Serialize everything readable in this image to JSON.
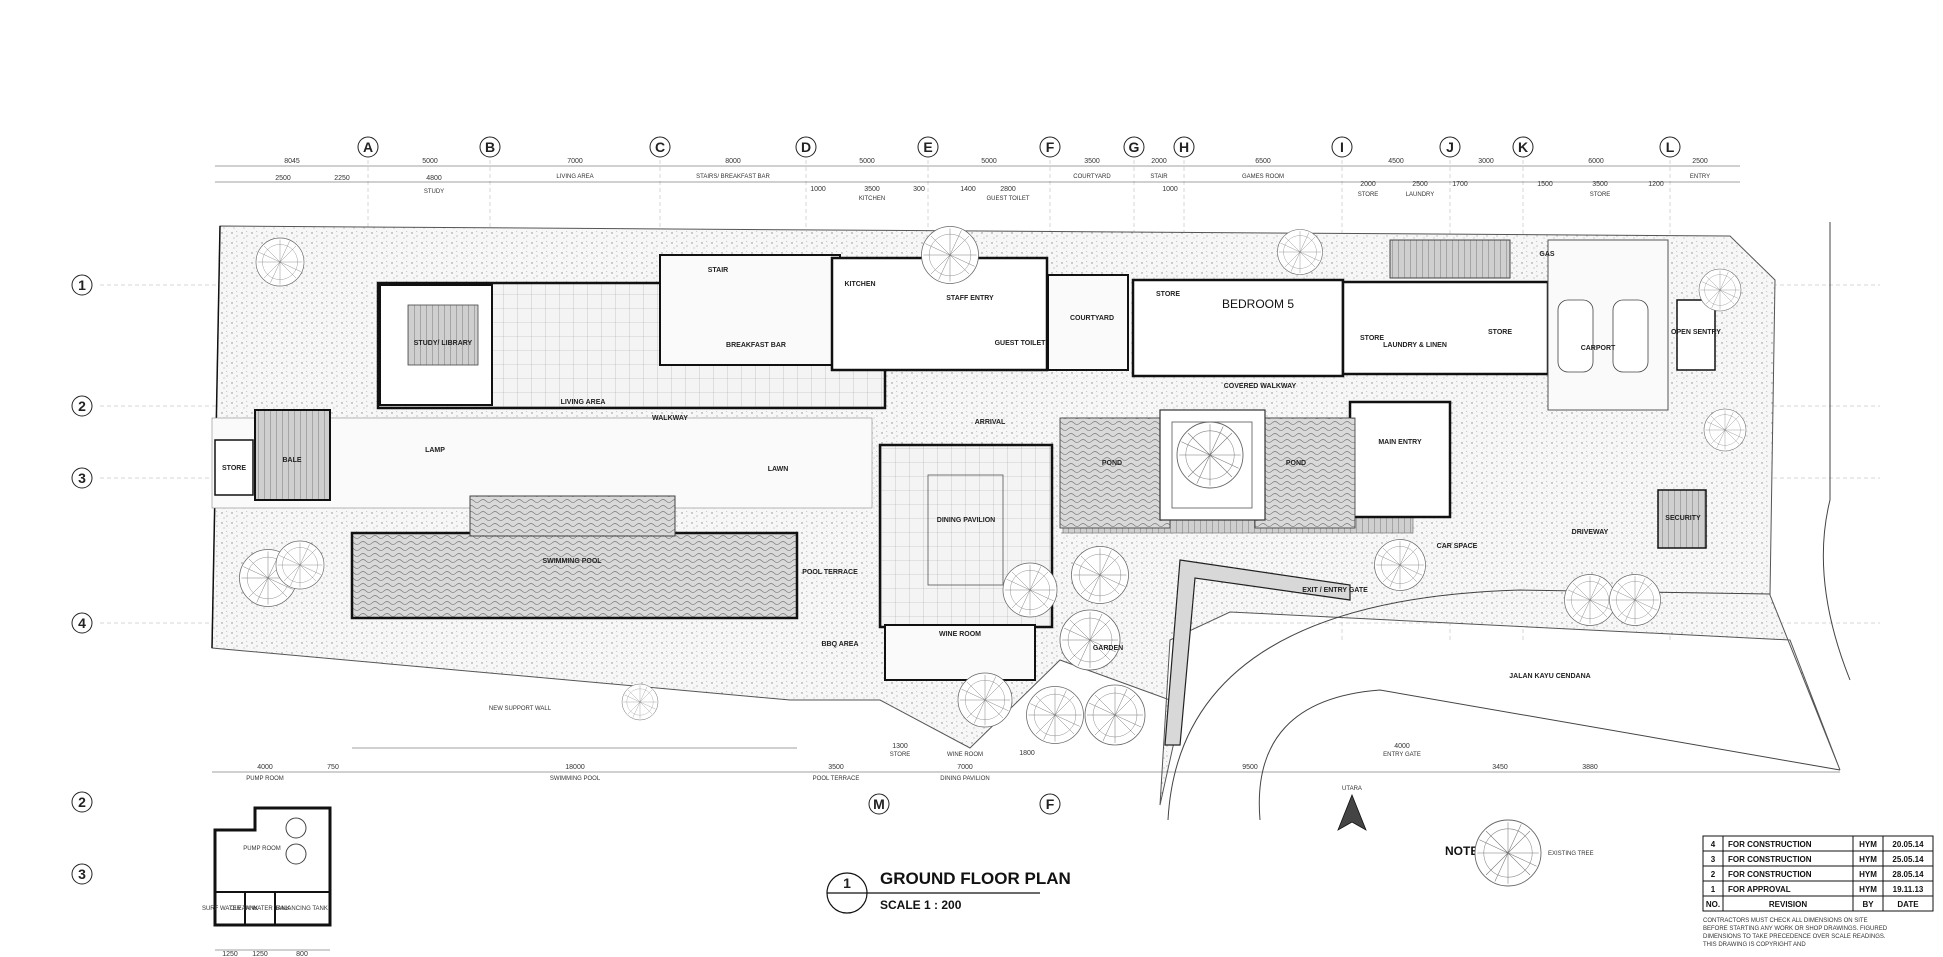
{
  "grid": {
    "columns": [
      "A",
      "B",
      "C",
      "D",
      "E",
      "F",
      "G",
      "H",
      "I",
      "J",
      "K",
      "L"
    ],
    "rows": [
      "1",
      "2",
      "3",
      "4"
    ],
    "bottom_columns": [
      "M",
      "F"
    ],
    "inset_rows": [
      "2",
      "3"
    ]
  },
  "top_dims": [
    "8045",
    "5000",
    "7000",
    "8000",
    "5000",
    "5000",
    "3500",
    "2000",
    "6500",
    "4500",
    "3000",
    "6000",
    "2500"
  ],
  "top_dims2": [
    "2500",
    "2250",
    "4800",
    "1000",
    "3500",
    "300",
    "1400",
    "2800",
    "1000",
    "2000",
    "2500",
    "1700",
    "1500",
    "3500",
    "1200"
  ],
  "top_areas": [
    "STUDY",
    "LIVING AREA",
    "STAIRS/ BREAKFAST BAR",
    "KITCHEN",
    "GUEST TOILET",
    "COURTYARD",
    "STAIR",
    "GAMES ROOM",
    "STORE",
    "LAUNDRY",
    "STORE",
    "ENTRY"
  ],
  "rooms": {
    "study": "STUDY/ LIBRARY",
    "living": "LIVING AREA",
    "breakfast": "BREAKFAST BAR",
    "stair": "STAIR",
    "kitchen": "KITCHEN",
    "staff": "STAFF ENTRY",
    "guest": "GUEST TOILET",
    "courtyard": "COURTYARD",
    "store": "STORE",
    "bedroom5": "BEDROOM 5",
    "store2": "STORE",
    "laundry": "LAUNDRY & LINEN",
    "store3": "STORE",
    "carport": "CARPORT",
    "open_sentry": "OPEN SENTRY",
    "bale": "BALE",
    "store_left": "STORE",
    "lamp": "LAMP",
    "lawn": "LAWN",
    "pool": "SWIMMING POOL",
    "pool_terrace": "POOL TERRACE",
    "dining": "DINING PAVILION",
    "walkway": "WALKWAY",
    "arrival": "ARRIVAL",
    "pond1": "POND",
    "pond2": "POND",
    "covered_walkway": "COVERED WALKWAY",
    "main_entry": "MAIN ENTRY",
    "driveway": "DRIVEWAY",
    "security": "SECURITY",
    "wine": "WINE ROOM",
    "bbq": "BBQ AREA",
    "garden": "GARDEN",
    "car_space": "CAR SPACE",
    "exit_gate": "EXIT / ENTRY GATE",
    "road": "JALAN KAYU CENDANA",
    "pump": "PUMP ROOM",
    "support_wall": "NEW SUPPORT WALL",
    "gas": "GAS"
  },
  "bottom_dims": [
    "4000",
    "750",
    "18000",
    "3500",
    "1300",
    "7000",
    "1800",
    "9500",
    "4000",
    "3450",
    "3880"
  ],
  "bottom_labels": [
    "PUMP ROOM",
    "SWIMMING POOL",
    "POOL TERRACE",
    "STORE",
    "WINE ROOM",
    "DINING PAVILION",
    "ENTRY GATE"
  ],
  "north": "UTARA",
  "note": {
    "label": "NOTE :",
    "text": "EXISTING TREE"
  },
  "title": {
    "number": "1",
    "name": "GROUND FLOOR PLAN",
    "scale": "SCALE 1 : 200"
  },
  "revisions": {
    "rows": [
      {
        "no": "4",
        "desc": "FOR CONSTRUCTION",
        "by": "HYM",
        "date": "20.05.14"
      },
      {
        "no": "3",
        "desc": "FOR CONSTRUCTION",
        "by": "HYM",
        "date": "25.05.14"
      },
      {
        "no": "2",
        "desc": "FOR CONSTRUCTION",
        "by": "HYM",
        "date": "28.05.14"
      },
      {
        "no": "1",
        "desc": "FOR APPROVAL",
        "by": "HYM",
        "date": "19.11.13"
      }
    ],
    "header": {
      "no": "NO.",
      "desc": "REVISION",
      "by": "BY",
      "date": "DATE"
    },
    "notes": [
      "CONTRACTORS MUST CHECK ALL DIMENSIONS ON SITE",
      "BEFORE STARTING ANY WORK OR SHOP DRAWINGS. FIGURED",
      "DIMENSIONS TO TAKE PRECEDENCE OVER SCALE READINGS.",
      "THIS DRAWING IS COPYRIGHT AND"
    ]
  },
  "inset_dims": [
    "1250",
    "1250",
    "800"
  ],
  "inset_rooms": [
    "PUMP ROOM",
    "SURF WATER TANK",
    "CLEAN WATER TANK",
    "BALANCING TANK"
  ]
}
